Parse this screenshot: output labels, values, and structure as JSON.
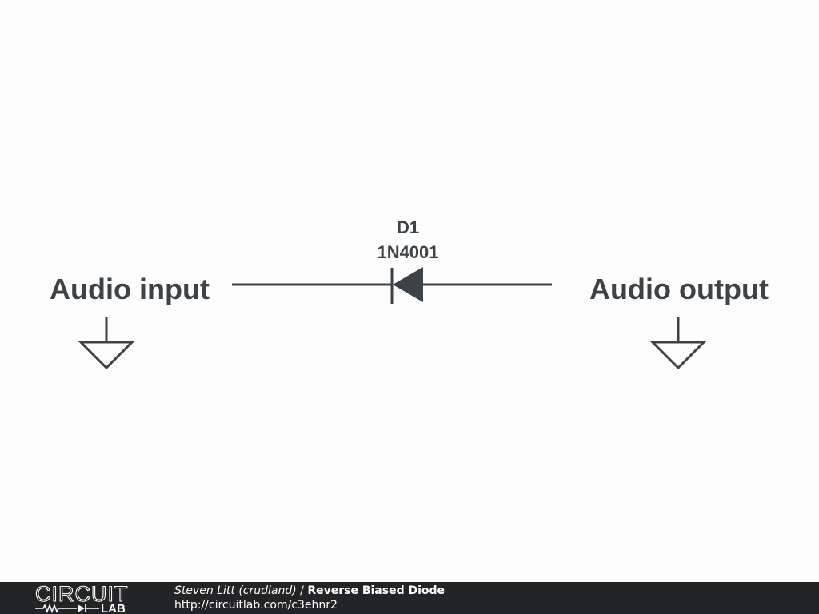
{
  "schematic": {
    "left_net_label": "Audio input",
    "right_net_label": "Audio output",
    "diode": {
      "designator": "D1",
      "part_number": "1N4001"
    },
    "colors": {
      "ink": "#3d4246",
      "background": "#fdfdfd"
    }
  },
  "footer": {
    "logo_top": "CIRCUIT",
    "logo_bottom": "LAB",
    "author": "Steven Litt (crudland)",
    "separator": "/",
    "title": "Reverse Biased Diode",
    "url": "http://circuitlab.com/c3ehnr2",
    "background_color": "#232426"
  }
}
